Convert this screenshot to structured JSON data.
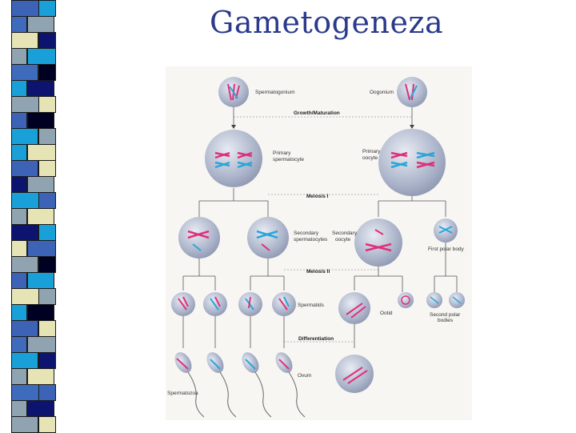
{
  "slide": {
    "title": "Gametogeneza"
  },
  "stripe": {
    "colors": [
      "#3d63b7",
      "#8fa4b0",
      "#e6e3b5",
      "#1aa0d8",
      "#3f6bbd",
      "#0c1470",
      "#8fa4b0",
      "#000022",
      "#1aa0d8",
      "#e6e3b5",
      "#3d63b7",
      "#8fa4b0",
      "#1aa0d8",
      "#e6e3b5",
      "#0c1470",
      "#3d63b7",
      "#8fa4b0",
      "#1aa0d8",
      "#e6e3b5",
      "#000022",
      "#3d63b7",
      "#8fa4b0",
      "#1aa0d8",
      "#e6e3b5",
      "#3f6bbd",
      "#0c1470",
      "#8fa4b0"
    ]
  },
  "diagram": {
    "labels": {
      "spermatogonium": "Spermatogonium",
      "oogonium": "Oogonium",
      "growth": "Growth/Maturation",
      "primary_spermatocyte_1": "Primary",
      "primary_spermatocyte_2": "spermatocyte",
      "primary_oocyte_1": "Primary",
      "primary_oocyte_2": "oocyte",
      "meiosis1": "Meiosis I",
      "secondary_spermatocytes_1": "Secondary",
      "secondary_spermatocytes_2": "spermatocytes",
      "secondary_oocyte_1": "Secondary",
      "secondary_oocyte_2": "oocyte",
      "first_polar_body": "First polar body",
      "meiosis2": "Meiosis II",
      "spermatids": "Spermatids",
      "ootid": "Ootid",
      "second_polar_1": "Second polar",
      "second_polar_2": "bodies",
      "differentiation": "Differentiation",
      "ovum": "Ovum",
      "spermatozoa": "Spermatozoa"
    },
    "colors": {
      "cell": "#b9c1d6",
      "pink": "#e0307a",
      "blue": "#2aa6d9",
      "line": "#555555"
    }
  }
}
